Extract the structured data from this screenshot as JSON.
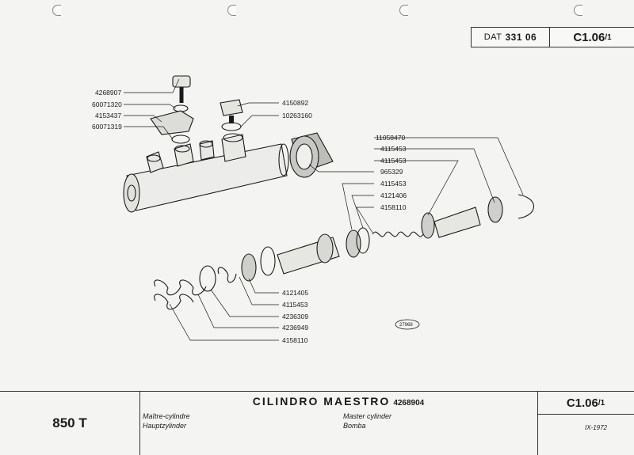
{
  "header": {
    "ref_prefix": "DAT",
    "ref_number": "331 06",
    "page_code": "C1.06",
    "page_sub": "/1"
  },
  "footer": {
    "model": "850 T",
    "title": "CILINDRO MAESTRO",
    "title_part": "4268904",
    "lang_fr": "Maître-cylindre",
    "lang_de": "Hauptzylinder",
    "lang_en": "Master cylinder",
    "lang_es": "Bomba",
    "page_code": "C1.06",
    "page_sub": "/1",
    "date": "IX-1972"
  },
  "drawing_stamp": "27968",
  "part_labels": {
    "left_top": [
      "4268907",
      "60071320",
      "4153437",
      "60071319"
    ],
    "plug": [
      "4150892",
      "10263160"
    ],
    "right_stack": [
      "11058470",
      "4115453",
      "4115453",
      "965329",
      "4115453",
      "4121406",
      "4158110"
    ],
    "bottom": [
      "4121405",
      "4115453",
      "4236309",
      "4236949",
      "4158110"
    ]
  },
  "colors": {
    "paper": "#f4f4f2",
    "ink": "#1a1a1a",
    "ghost": "#c9c9c6"
  }
}
